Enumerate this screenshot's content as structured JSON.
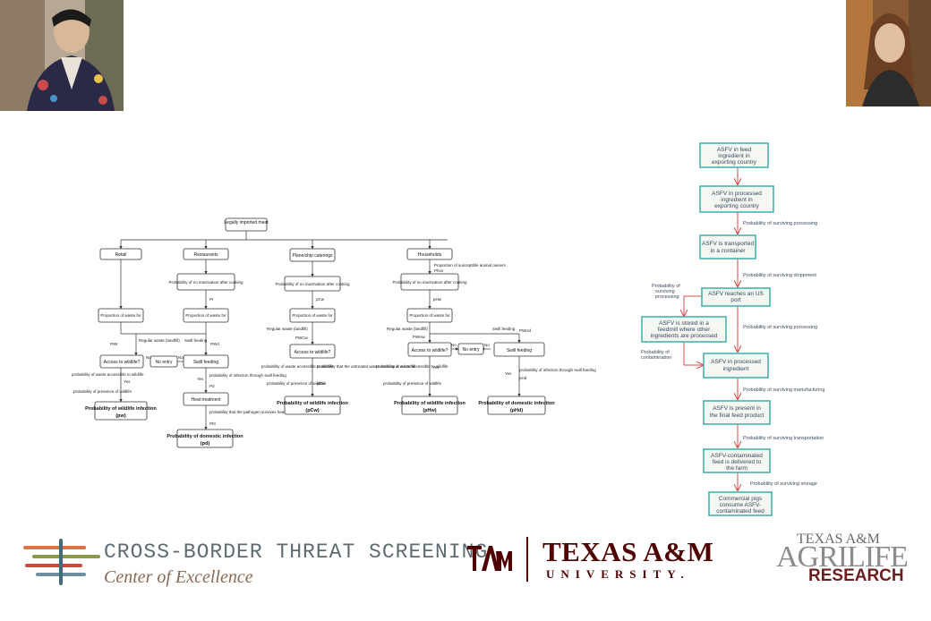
{
  "left_flowchart": {
    "root": "Legally imported meat",
    "branches": [
      "Retail",
      "Restaurants",
      "Plane/ship caterings",
      "Households"
    ],
    "proportion_owners": "Proportion of susceptible animal owners",
    "no_inactivation": "Probability of no inactivation after cooking",
    "proportion_waste": "Proportion of waste for",
    "regular_waste": "Regular waste (landfill)",
    "swill_feeding": "Swill feeding",
    "access_wildlife": "Access to wildlife?",
    "no_entry": "No entry",
    "no": "No",
    "yes": "Yes",
    "prob_waste_accessible": "probability of waste accessible to wildlife",
    "prob_presence": "probability of presence of wildlife",
    "prob_infection_swill": "probability of infection through swill feeding",
    "prob_untreated": "probability that the untreated waste ends up in a landfill",
    "heat_treatment": "Heat treatment",
    "prob_survives_heat": "probability that the pathogen survives heat treatment",
    "prob_wildlife_infection": "Probability of wildlife infection",
    "prob_domestic_infection": "Probability of domestic infection",
    "labels": {
      "pw_r": "PWr",
      "pw_d": "PWd",
      "p_r": "Pr",
      "p_d": "Pd",
      "p_ht": "Pht",
      "p_cw": "pCw",
      "pw_cw": "PWCw",
      "p_cwl": "pCwl",
      "p_hw": "pHw",
      "p_hov": "Phov",
      "pw_hw": "PWHw",
      "pw_hd": "PWHd",
      "p_hd": "pHd",
      "p_w": "(pw)",
      "p_d_out": "(pd)",
      "p_cw_out": "(pCw)",
      "p_hw_out": "(pHw)",
      "p_hd_out": "(pHd)"
    }
  },
  "right_flowchart": {
    "steps": [
      "ASFV in feed ingredient in exporting country",
      "ASFV in processed ingredient in exporting country",
      "ASFV is transported in a container",
      "ASFV reaches an US port",
      "ASFV is stored in a feedmill where other ingredients are processed",
      "ASFV in processed ingredient",
      "ASFV is present in the final feed product",
      "ASFV-contaminated feed is delivered to the farm",
      "Commercial pigs consume ASFV-contaminated feed"
    ],
    "edge_labels": [
      "Probability of surviving processing",
      "Probability of surviving shippment",
      "Probability of surviving processing",
      "Probability of surviving processing",
      "Probability of contamination",
      "Probability of surviving manufacturing",
      "Probability of surviving transportation",
      "Probability of surviving storage"
    ]
  },
  "logos": {
    "crossborder_title": "CROSS-BORDER THREAT SCREENING",
    "crossborder_subtitle": "Center of Excellence",
    "tamu_name": "TEXAS A&M",
    "tamu_university": "UNIVERSITY.",
    "agrilife_1": "TEXAS A&M",
    "agrilife_2": "AGRILIFE",
    "agrilife_3": "RESEARCH"
  }
}
